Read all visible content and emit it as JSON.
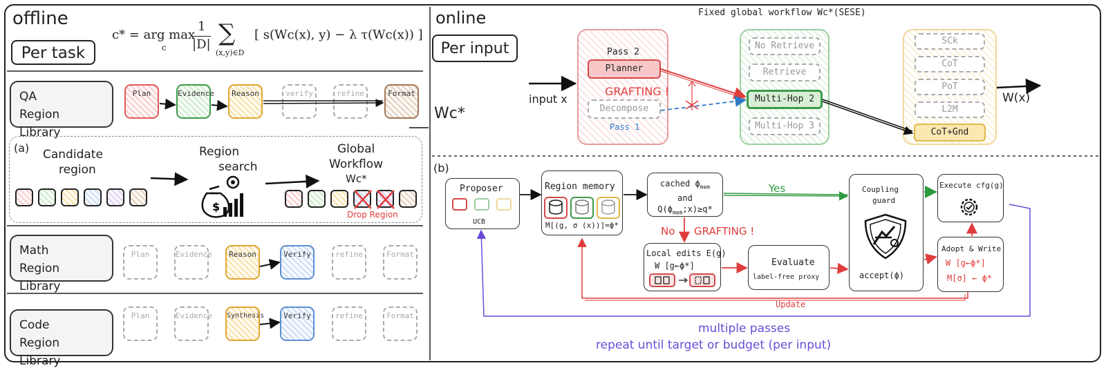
{
  "offline": {
    "title": "offline",
    "per_task": "Per task",
    "formula": {
      "lhs": "c* = arg max",
      "argsub": "c",
      "frac_num": "1",
      "frac_den": "|D|",
      "sum": "∑",
      "sum_sub": "(x,y)∈D",
      "body": "[ s(Wc(x), y) − λ τ(Wc(x)) ]"
    },
    "qa_library": {
      "label_line1": "QA",
      "label_line2": "Region Library",
      "regions": [
        "Plan",
        "Evidence",
        "Reason",
        "verify",
        "refine",
        "Format"
      ]
    },
    "panel_a": {
      "tag": "(a)",
      "candidate_line1": "Candidate",
      "candidate_line2": "region",
      "search_line1": "Region",
      "search_line2": "search",
      "global_line1": "Global",
      "global_line2": "Workflow",
      "global_line3": "Wc*",
      "drop_label": "Drop Region"
    },
    "math_library": {
      "label_line1": "Math",
      "label_line2": "Region Library",
      "regions": [
        "Plan",
        "Evidence",
        "Reason",
        "Verify",
        "refine",
        "Format"
      ]
    },
    "code_library": {
      "label_line1": "Code",
      "label_line2": "Region Library",
      "regions": [
        "Plan",
        "Evidence",
        "Synthesis",
        "Verify",
        "refine",
        "Format"
      ]
    },
    "wc_star": "Wc*"
  },
  "online": {
    "title": "online",
    "per_input": "Per input",
    "fixed_title": "Fixed global workflow Wc*(SESE)",
    "input_label": "input x",
    "output_label": "W(x)",
    "grafting": "GRAFTING !",
    "left_group": {
      "pass2": "Pass 2",
      "planner": "Planner",
      "decompose": "Decompose",
      "pass1": "Pass 1"
    },
    "mid_group": [
      "No Retrieve",
      "Retrieve",
      "Multi-Hop 2",
      "Multi-Hop 3"
    ],
    "right_group": [
      "SCk",
      "CoT",
      "PoT",
      "L2M",
      "CoT+Gnd"
    ]
  },
  "panel_b": {
    "tag": "(b)",
    "proposer": "Proposer",
    "ucb": "UCB",
    "region_memory": "Region memory",
    "memory_eq": "M[(g, σ (x))]=ϕ*",
    "cached_line1": "cached ϕ",
    "cached_sub": "mem",
    "cached_line2": "and",
    "cached_line3": "Q(ϕ",
    "cached_line3_sub": "mem",
    "cached_line3_tail": ";x)≥q*",
    "yes": "Yes",
    "no": "No",
    "no_grafting": "GRAFTING !",
    "local_line1": "Local edits E(g)",
    "local_line2": "W [g←ϕ*]",
    "evaluate_line1": "Evaluate",
    "evaluate_line2": "label-free proxy",
    "coupling_line1": "Coupling",
    "coupling_line2": "guard",
    "accept": "accept(ϕ)",
    "execute": "Execute cfg(g)",
    "adopt": "Adopt & Write",
    "adopt_w": "W [g←ϕ*]",
    "adopt_m": "M[σ] ← ϕ*",
    "update": "Update",
    "footer_line1": "multiple passes",
    "footer_line2": "repeat until target or budget (per input)"
  },
  "colors": {
    "red": "#e03c3c",
    "green": "#2f9a3f",
    "blue": "#2f78c8",
    "purple": "#6a4bd6",
    "orange": "#e0a530"
  }
}
